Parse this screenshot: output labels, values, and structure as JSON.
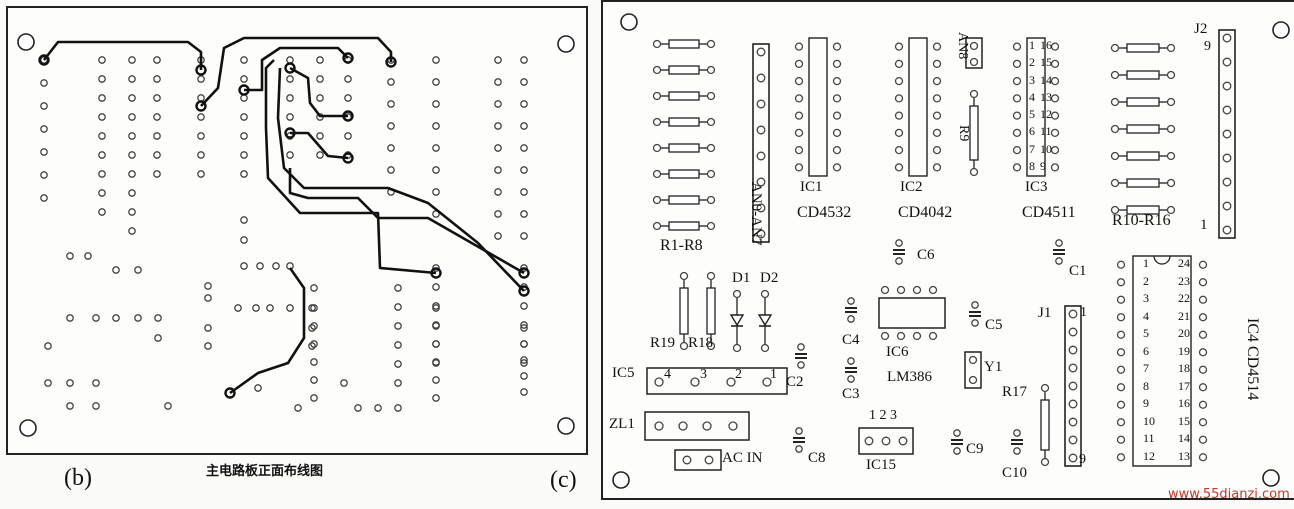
{
  "labels": {
    "b": "(b)",
    "c": "(c)",
    "caption": "主电路板正面布线图",
    "watermark": "www.55dianzi.com"
  },
  "components": {
    "r1_r8": "R1-R8",
    "an0_an7": "AN0-AN7",
    "ic1": "IC1",
    "cd4532": "CD4532",
    "ic2": "IC2",
    "cd4042": "CD4042",
    "ic3": "IC3",
    "cd4511": "CD4511",
    "an8": "AN8",
    "r9": "R9",
    "r10_r16": "R10-R16",
    "j2": "J2",
    "j2_pin9": "9",
    "j2_pin1": "1",
    "c6": "C6",
    "c1": "C1",
    "d1": "D1",
    "d2": "D2",
    "r19": "R19",
    "r18": "R18",
    "c4": "C4",
    "ic6": "IC6",
    "lm386": "LM386",
    "c5": "C5",
    "j1": "J1",
    "j1_pin1": "1",
    "j1_pin9": "9",
    "ic5": "IC5",
    "c2": "C2",
    "c3": "C3",
    "y1": "Y1",
    "r17": "R17",
    "zl1": "ZL1",
    "ac_in": "AC IN",
    "c8": "C8",
    "ic15": "IC15",
    "ic15_pins": "1 2 3",
    "c9": "C9",
    "c10": "C10",
    "ic4_label": "IC4 CD4514",
    "ic5_pins": [
      "4",
      "3",
      "2",
      "1"
    ]
  },
  "ic4_pins_left": [
    "1",
    "2",
    "3",
    "4",
    "5",
    "6",
    "7",
    "8",
    "9",
    "10",
    "11",
    "12"
  ],
  "ic4_pins_right": [
    "24",
    "23",
    "22",
    "21",
    "20",
    "19",
    "18",
    "17",
    "16",
    "15",
    "14",
    "13"
  ],
  "ic3_pins_left": [
    "1",
    "2",
    "3",
    "4",
    "5",
    "6",
    "7",
    "8"
  ],
  "ic3_pins_right": [
    "16",
    "15",
    "14",
    "13",
    "12",
    "11",
    "10",
    "9"
  ]
}
